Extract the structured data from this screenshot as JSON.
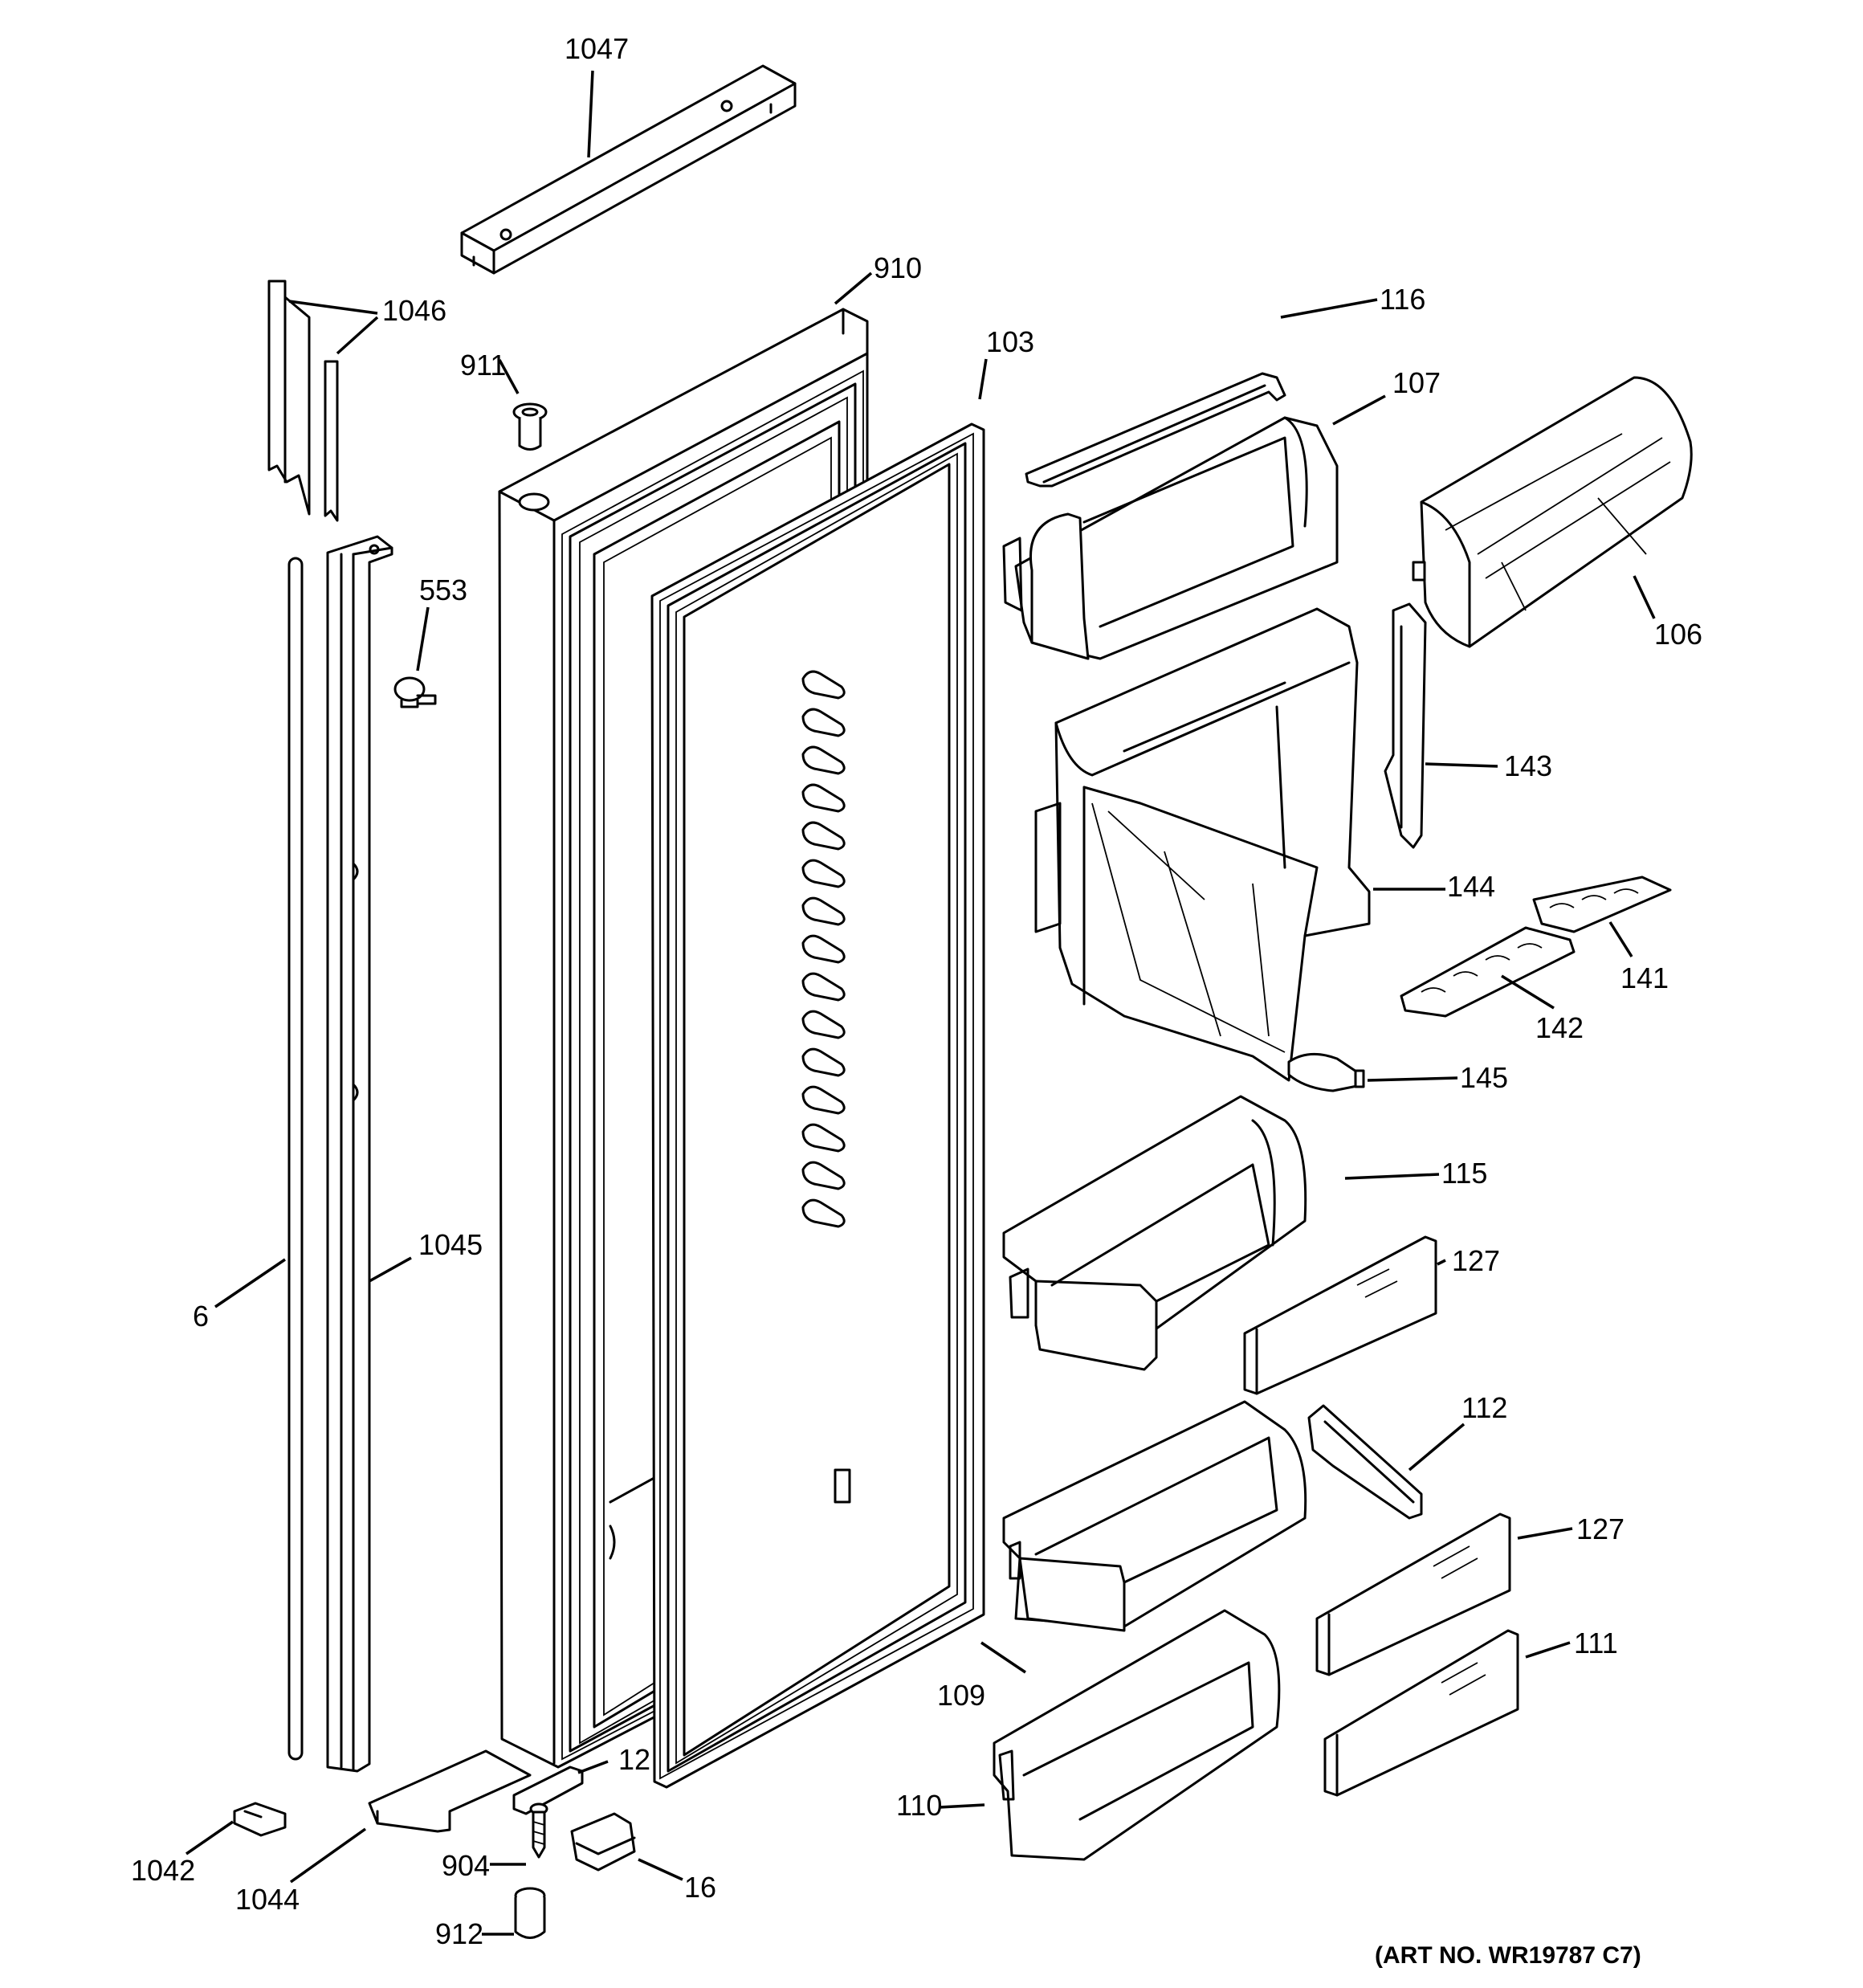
{
  "parts": {
    "p1047": "1047",
    "p1046": "1046",
    "p910": "910",
    "p911": "911",
    "p103": "103",
    "p116": "116",
    "p107": "107",
    "p106": "106",
    "p553": "553",
    "p143": "143",
    "p144": "144",
    "p141": "141",
    "p142": "142",
    "p145": "145",
    "p115": "115",
    "p127a": "127",
    "p6": "6",
    "p1045": "1045",
    "p112": "112",
    "p127b": "127",
    "p109": "109",
    "p111": "111",
    "p110": "110",
    "p12": "12",
    "p1042": "1042",
    "p1044": "1044",
    "p904": "904",
    "p16": "16",
    "p912": "912"
  },
  "art_number": "(ART NO. WR19787 C7)"
}
